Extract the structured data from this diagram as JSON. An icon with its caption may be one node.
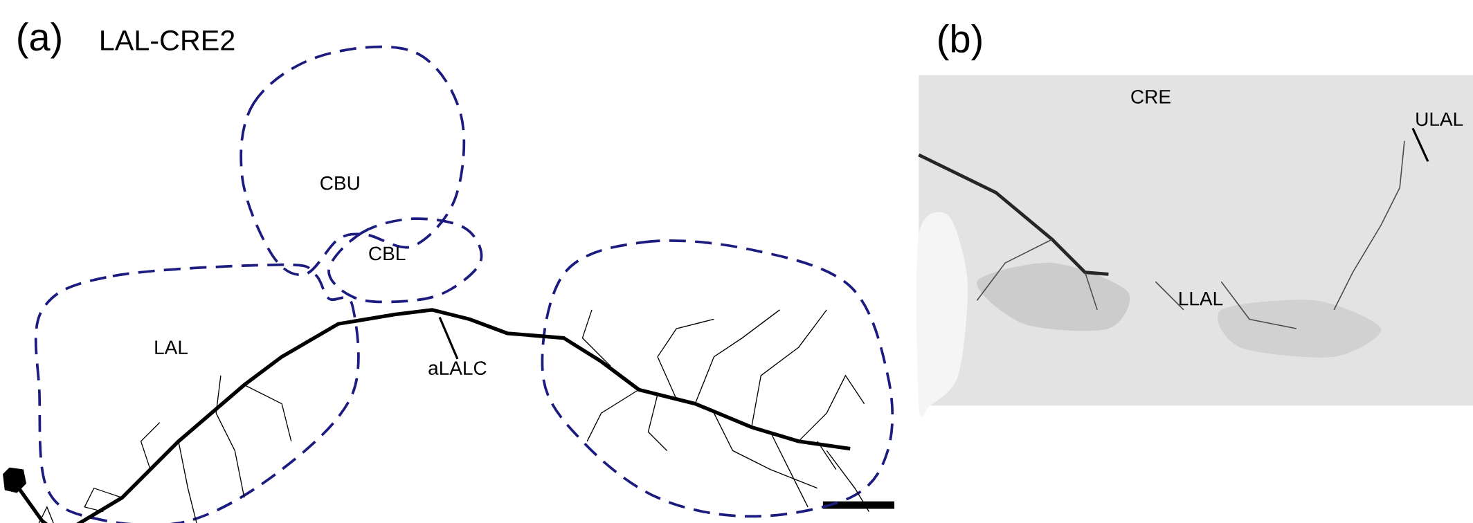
{
  "diagram": {
    "nodes": [
      {
        "text": [
          "CBU"
        ]
      },
      {
        "text": [
          "CBL"
        ]
      },
      {
        "text": [
          "LAL"
        ]
      },
      {
        "text": [],
        "shape": "circle"
      },
      {
        "text": [],
        "shape": "picture"
      },
      {
        "text": [
          "aLALC"
        ],
        "in": 4
      },
      {
        "text": [],
        "shape": "picture"
      },
      {
        "text": [
          "ULAL"
        ],
        "in": 6
      }
    ],
    "edges": [
      {
        "from": 5,
        "to": 4,
        "arrow": "none"
      },
      {
        "from": 7,
        "to": 6,
        "arrow": "none"
      }
    ],
    "labels": [
      "(a)",
      "LAL-CRE2",
      "(b)",
      "CRE",
      "LLAL"
    ]
  }
}
